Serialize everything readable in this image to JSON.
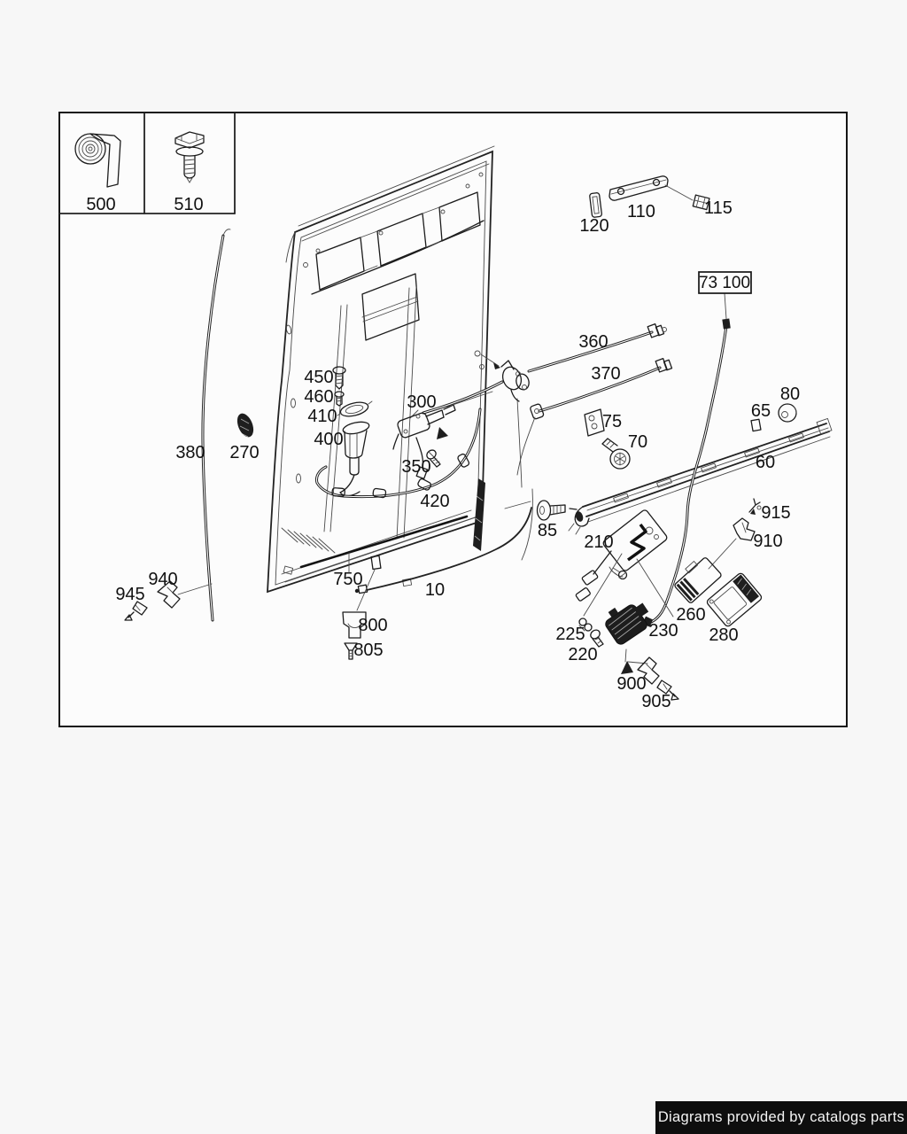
{
  "footer": {
    "credit": "Diagrams provided by catalogs parts"
  },
  "callout": {
    "73_100": "73 100"
  },
  "part_labels": {
    "500": "500",
    "510": "510",
    "10": "10",
    "60": "60",
    "65": "65",
    "70": "70",
    "75": "75",
    "80": "80",
    "85": "85",
    "110": "110",
    "115": "115",
    "120": "120",
    "210": "210",
    "220": "220",
    "225": "225",
    "230": "230",
    "260": "260",
    "270": "270",
    "280": "280",
    "300": "300",
    "350": "350",
    "360": "360",
    "370": "370",
    "380": "380",
    "400": "400",
    "410": "410",
    "420": "420",
    "450": "450",
    "460": "460",
    "750": "750",
    "800": "800",
    "805": "805",
    "900": "900",
    "905": "905",
    "910": "910",
    "915": "915",
    "940": "940",
    "945": "945"
  },
  "colors": {
    "footer_bg": "#0e0e0e",
    "footer_text": "#f5f5f5",
    "line": "#1c1c1c"
  }
}
